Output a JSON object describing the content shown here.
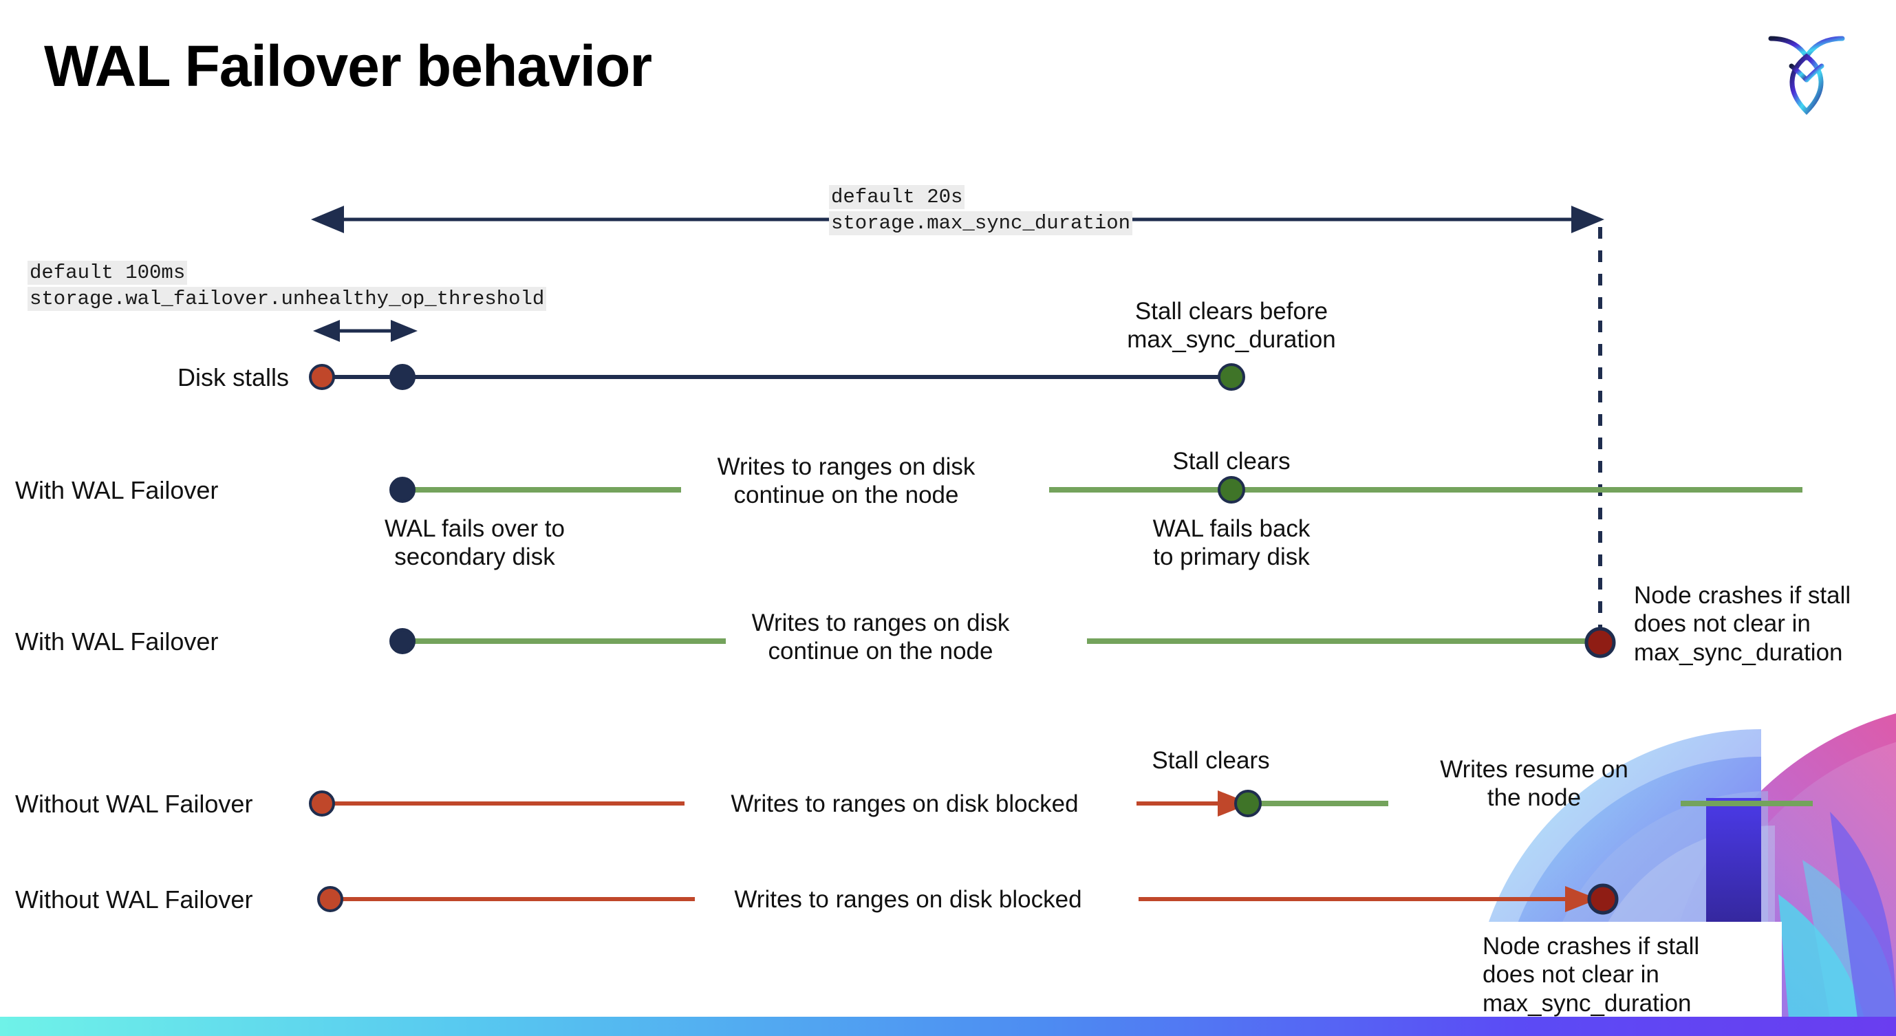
{
  "slide": {
    "title": "WAL Failover behavior",
    "logo_name": "cockroachdb-logo"
  },
  "colors": {
    "navy": "#1f2d4e",
    "orange": "#c0472a",
    "green_line": "#74a35c",
    "green_dot": "#3f7428",
    "dark_red_dot": "#8f1d14",
    "code_bg": "#ececec",
    "accent_gradient_start": "#6ff2e8",
    "accent_gradient_end": "#6a3df0"
  },
  "annotations": {
    "max_sync": {
      "default": "default 20s",
      "setting": "storage.max_sync_duration"
    },
    "unhealthy_op": {
      "default": "default 100ms",
      "setting": "storage.wal_failover.unhealthy_op_threshold"
    }
  },
  "rows": [
    {
      "id": "disk-stalls",
      "label": "Disk stalls",
      "notes": [
        {
          "id": "stall-clears-before",
          "text": "Stall clears before\nmax_sync_duration"
        }
      ]
    },
    {
      "id": "with-wal-failover-1",
      "label": "With WAL Failover",
      "notes": [
        {
          "id": "writes-continue-1",
          "text": "Writes to ranges on disk\ncontinue on the node"
        },
        {
          "id": "wal-fails-over",
          "text": "WAL fails over to\nsecondary disk"
        },
        {
          "id": "stall-clears-1",
          "text": "Stall clears"
        },
        {
          "id": "wal-fails-back",
          "text": "WAL fails  back\nto primary disk"
        }
      ]
    },
    {
      "id": "with-wal-failover-2",
      "label": "With WAL Failover",
      "notes": [
        {
          "id": "writes-continue-2",
          "text": "Writes to ranges on disk\ncontinue on the node"
        },
        {
          "id": "node-crashes-1",
          "text": "Node crashes if stall\ndoes not clear in\nmax_sync_duration"
        }
      ]
    },
    {
      "id": "without-wal-failover-1",
      "label": "Without WAL Failover",
      "notes": [
        {
          "id": "writes-blocked-1",
          "text": "Writes to ranges on disk  blocked"
        },
        {
          "id": "stall-clears-2",
          "text": "Stall clears"
        },
        {
          "id": "writes-resume",
          "text": "Writes resume on\nthe node"
        }
      ]
    },
    {
      "id": "without-wal-failover-2",
      "label": "Without WAL Failover",
      "notes": [
        {
          "id": "writes-blocked-2",
          "text": "Writes to ranges on disk  blocked"
        },
        {
          "id": "node-crashes-2",
          "text": "Node crashes if stall\ndoes not clear in\nmax_sync_duration"
        }
      ]
    }
  ]
}
